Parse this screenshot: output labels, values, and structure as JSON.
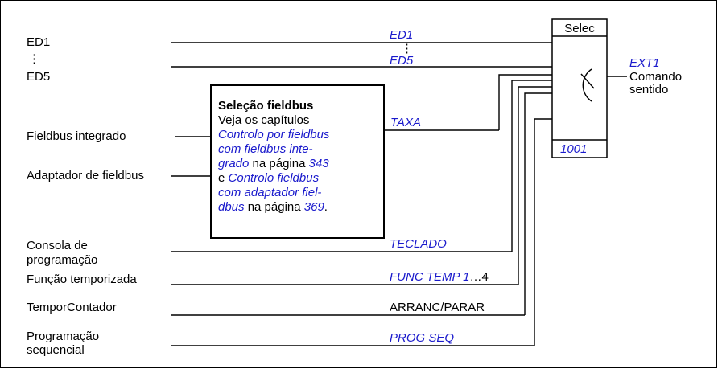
{
  "inputs": {
    "ed1": "ED1",
    "dots": "⋮",
    "ed5": "ED5",
    "fieldbus_integrated": "Fieldbus integrado",
    "fieldbus_adapter": "Adaptador de fieldbus",
    "console_line1": "Consola de",
    "console_line2": "programação",
    "timed_function": "Função temporizada",
    "timer_counter": "TemporContador",
    "seq_prog_line1": "Programação",
    "seq_prog_line2": "sequencial"
  },
  "signals": {
    "ed1": "ED1",
    "dots": "⋮",
    "ed5": "ED5",
    "taxa": "TAXA",
    "teclado": "TECLADO",
    "func_temp": "FUNC TEMP 1",
    "func_temp_suffix": "…4",
    "arranc_parar": "ARRANC/PARAR",
    "prog_seq": "PROG SEQ"
  },
  "note": {
    "title": "Seleção fieldbus",
    "line1": "Veja os capítulos",
    "link1_line1": "Controlo por fieldbus",
    "link1_line2": "com fieldbus inte-",
    "link1_line3": "grado",
    "page_word1": " na página ",
    "page1": "343",
    "and_word": "e ",
    "link2_line1": "Controlo fieldbus",
    "link2_line2": "com adaptador fiel-",
    "link2_line3": "dbus",
    "page_word2": " na página ",
    "page2": "369",
    "period": "."
  },
  "selector": {
    "title": "Selec",
    "param": "1001"
  },
  "output": {
    "signal": "EXT1",
    "label_line1": "Comando",
    "label_line2": "sentido"
  },
  "colors": {
    "link_blue": "#1a1acc",
    "line": "#000000"
  }
}
